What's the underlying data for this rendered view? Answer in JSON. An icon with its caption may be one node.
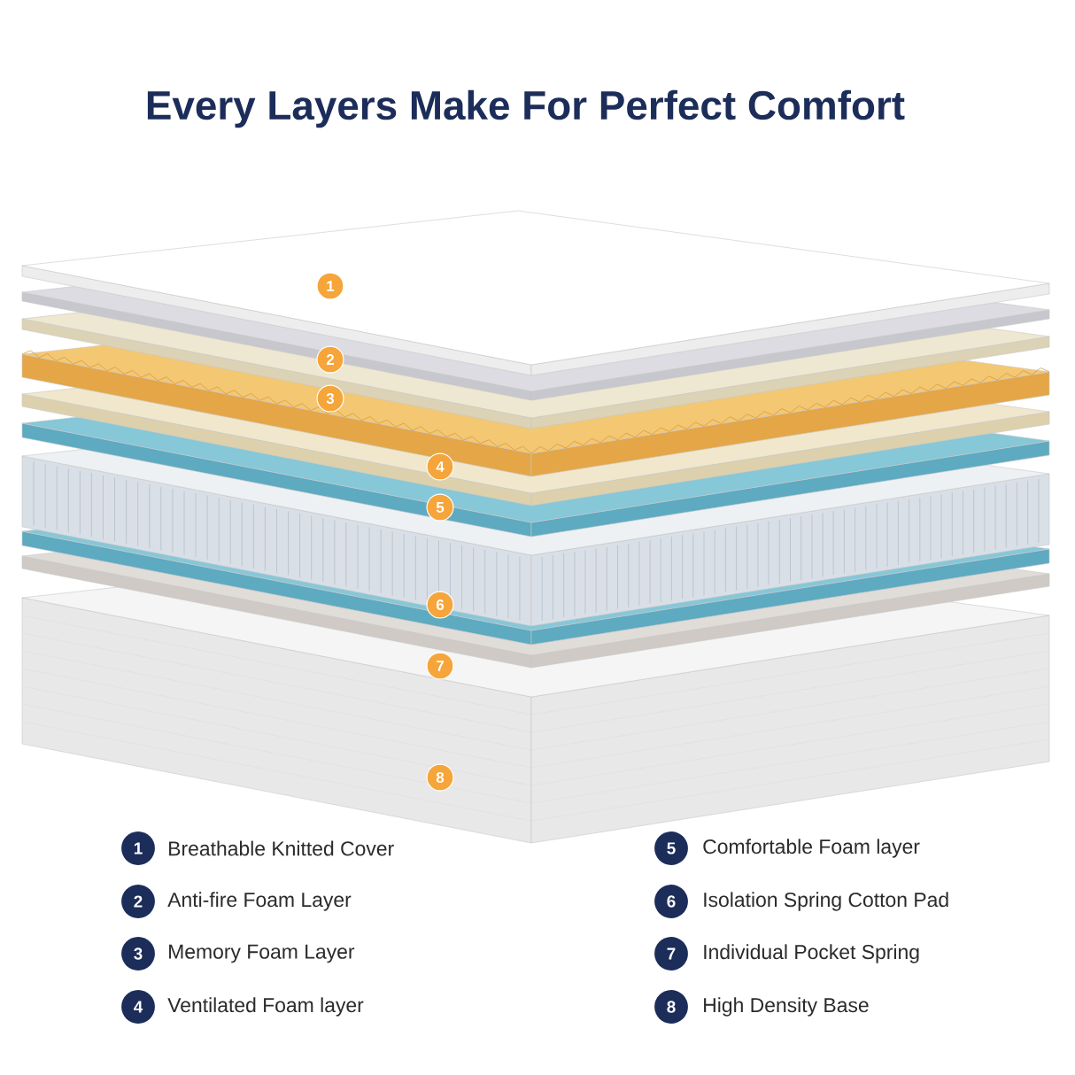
{
  "diagram": {
    "title": "Every Layers Make For Perfect Comfort",
    "labels": [
      "1",
      "2",
      "3",
      "4",
      "5",
      "6",
      "7",
      "8",
      "1",
      "Breathable Knitted Cover",
      "5",
      "Comfortable Foam layer",
      "2",
      "Anti-fire Foam Layer",
      "6",
      "Isolation Spring Cotton Pad",
      "3",
      "Memory Foam Layer",
      "7",
      "Individual Pocket Spring",
      "4",
      "Ventilated Foam layer",
      "8",
      "High Density Base"
    ]
  }
}
